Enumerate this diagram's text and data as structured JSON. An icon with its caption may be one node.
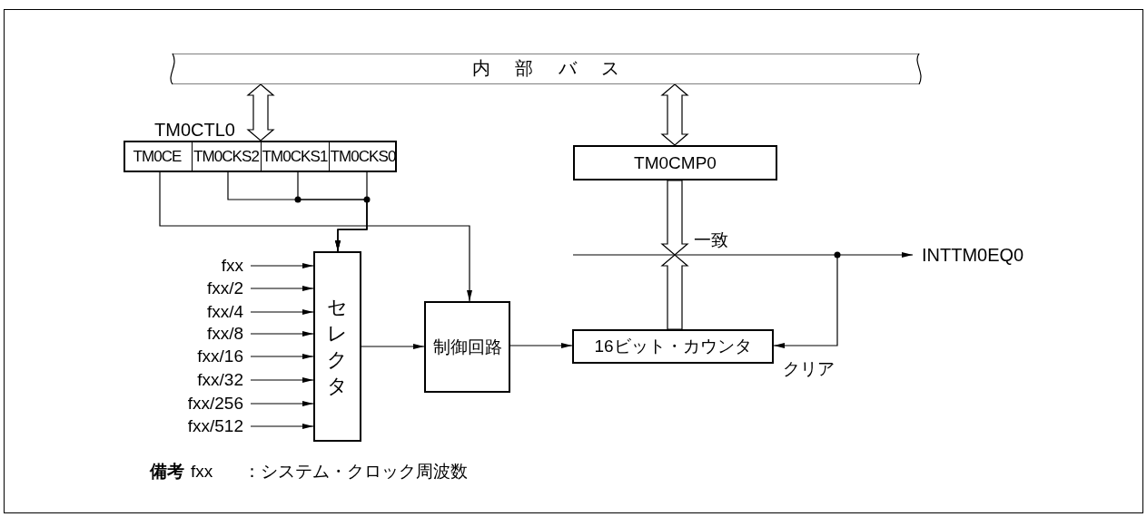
{
  "diagram": {
    "nodes": [
      {
        "text": [
          "内 部 バ ス"
        ]
      },
      {
        "text": [
          "TM0CTL0"
        ]
      },
      {
        "text": [
          "TM0CE"
        ],
        "in": 1
      },
      {
        "text": [
          "TM0CKS2"
        ],
        "in": 1
      },
      {
        "text": [
          "TM0CKS1"
        ],
        "in": 1
      },
      {
        "text": [
          "TM0CKS0"
        ],
        "in": 1
      },
      {
        "text": [
          "TM0CMP0"
        ]
      },
      {
        "text": [
          "セレクタ"
        ]
      },
      {
        "text": [
          "制御回路"
        ]
      },
      {
        "text": [
          "16ビット・カウンタ"
        ],
        "beside": [
          "クリア"
        ]
      },
      {
        "text": [
          "INTTM0EQ0"
        ]
      },
      {
        "text": [
          "fxx"
        ]
      },
      {
        "text": [
          "fxx/2"
        ]
      },
      {
        "text": [
          "fxx/4"
        ]
      },
      {
        "text": [
          "fxx/8"
        ]
      },
      {
        "text": [
          "fxx/16"
        ]
      },
      {
        "text": [
          "fxx/32"
        ]
      },
      {
        "text": [
          "fxx/256"
        ]
      },
      {
        "text": [
          "fxx/512"
        ]
      }
    ],
    "edges": [
      {
        "from": 0,
        "to": 1,
        "arrow": "both",
        "style": "thick"
      },
      {
        "from": 0,
        "to": 6,
        "arrow": "both",
        "style": "thick"
      },
      {
        "from": 2,
        "to": 8,
        "arrow": "to"
      },
      {
        "from": 3,
        "to": 7,
        "arrow": "to"
      },
      {
        "from": 4,
        "to": 7,
        "arrow": "to"
      },
      {
        "from": 5,
        "to": 7,
        "arrow": "to"
      },
      {
        "from": 11,
        "to": 7,
        "arrow": "to"
      },
      {
        "from": 12,
        "to": 7,
        "arrow": "to"
      },
      {
        "from": 13,
        "to": 7,
        "arrow": "to"
      },
      {
        "from": 14,
        "to": 7,
        "arrow": "to"
      },
      {
        "from": 15,
        "to": 7,
        "arrow": "to"
      },
      {
        "from": 16,
        "to": 7,
        "arrow": "to"
      },
      {
        "from": 17,
        "to": 7,
        "arrow": "to"
      },
      {
        "from": 18,
        "to": 7,
        "arrow": "to"
      },
      {
        "from": 7,
        "to": 8,
        "arrow": "to"
      },
      {
        "from": 8,
        "to": 9,
        "arrow": "to"
      },
      {
        "from": 6,
        "to": null,
        "arrow": "to",
        "style": "thick"
      },
      {
        "from": 9,
        "to": null,
        "arrow": "to",
        "style": "thick"
      },
      {
        "from": null,
        "to": 10,
        "arrow": "to",
        "label": "一致"
      },
      {
        "from": null,
        "to": 9,
        "arrow": "to"
      }
    ],
    "labels": [
      "備考",
      "fxx",
      "：システム・クロック周波数"
    ]
  }
}
